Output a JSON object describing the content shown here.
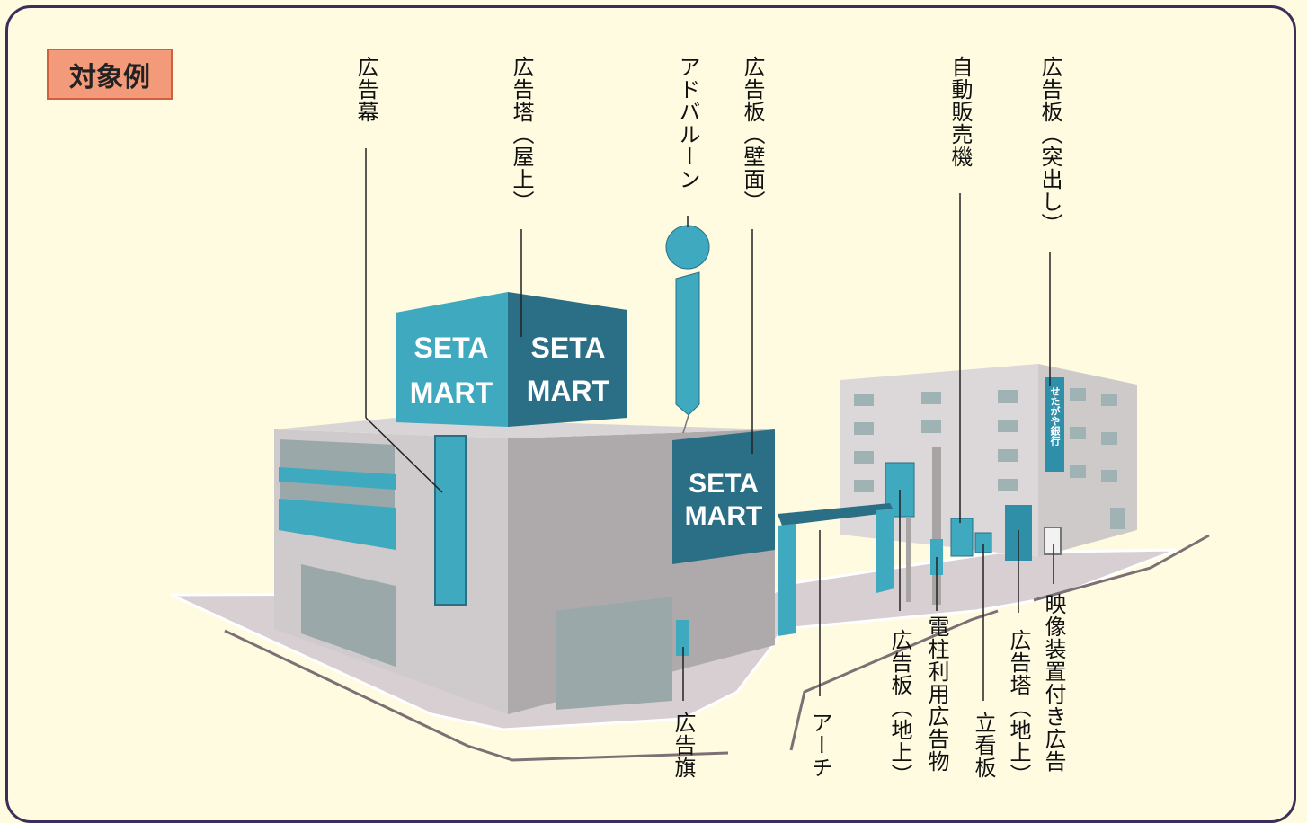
{
  "badge": "対象例",
  "sign_line1": "SETA",
  "sign_line2": "MART",
  "labels": {
    "ad_curtain": "広告幕",
    "ad_tower_roof": "広告塔（屋上）",
    "ad_balloon": "アドバルーン",
    "billboard_wall": "広告板（壁面）",
    "vending_machine": "自動販売機",
    "billboard_projecting": "広告板（突出し）",
    "ad_flag": "広告旗",
    "arch": "アーチ",
    "billboard_ground": "広告板（地上）",
    "utility_pole_ad": "電柱利用広告物",
    "standing_sign": "立看板",
    "ad_tower_ground": "広告塔（地上）",
    "video_ad": "映像装置付き広告"
  },
  "bank_sign": "せたがや銀行",
  "colors": {
    "frame": "#3b2f5a",
    "background": "#fffbe0",
    "badge": "#f39a7a",
    "teal": "#3fa9c0",
    "dark_teal": "#2a6f86",
    "building": "#c8c4c6"
  }
}
